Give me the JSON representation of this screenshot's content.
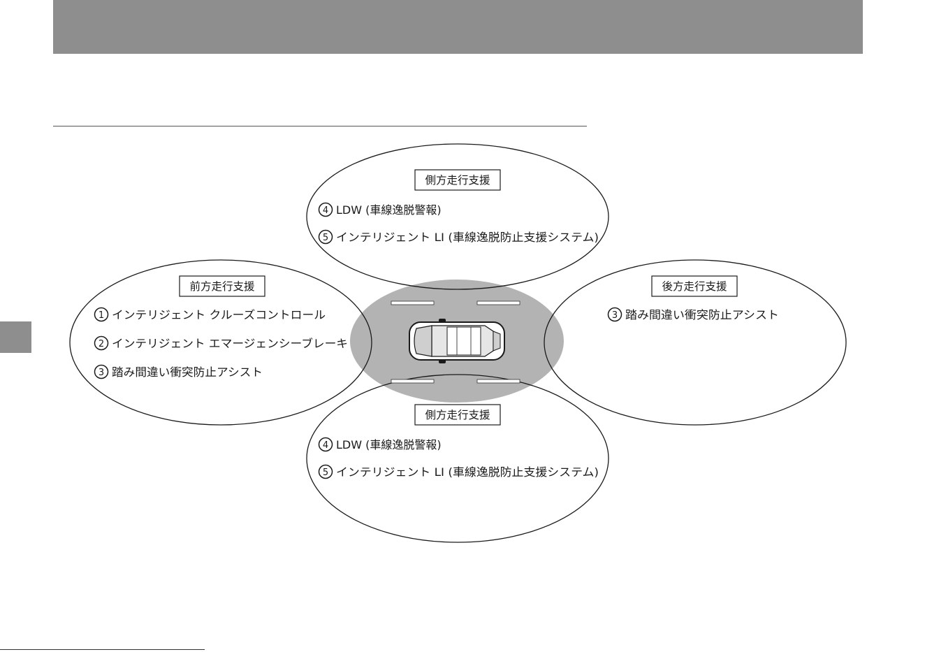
{
  "colors": {
    "header": "#8e8e8e",
    "zone_fill": "#b3b3b3",
    "stroke": "#1a1a1a"
  },
  "zones": {
    "side_top": {
      "title": "側方走行支援",
      "items": [
        {
          "num": "4",
          "text": "LDW (車線逸脱警報)"
        },
        {
          "num": "5",
          "text": "インテリジェント LI (車線逸脱防止支援システム)"
        }
      ]
    },
    "front": {
      "title": "前方走行支援",
      "items": [
        {
          "num": "1",
          "text": "インテリジェント クルーズコントロール"
        },
        {
          "num": "2",
          "text": "インテリジェント エマージェンシーブレーキ"
        },
        {
          "num": "3",
          "text": "踏み間違い衝突防止アシスト"
        }
      ]
    },
    "rear": {
      "title": "後方走行支援",
      "items": [
        {
          "num": "3",
          "text": "踏み間違い衝突防止アシスト"
        }
      ]
    },
    "side_bottom": {
      "title": "側方走行支援",
      "items": [
        {
          "num": "4",
          "text": "LDW (車線逸脱警報)"
        },
        {
          "num": "5",
          "text": "インテリジェント LI (車線逸脱防止支援システム)"
        }
      ]
    }
  }
}
